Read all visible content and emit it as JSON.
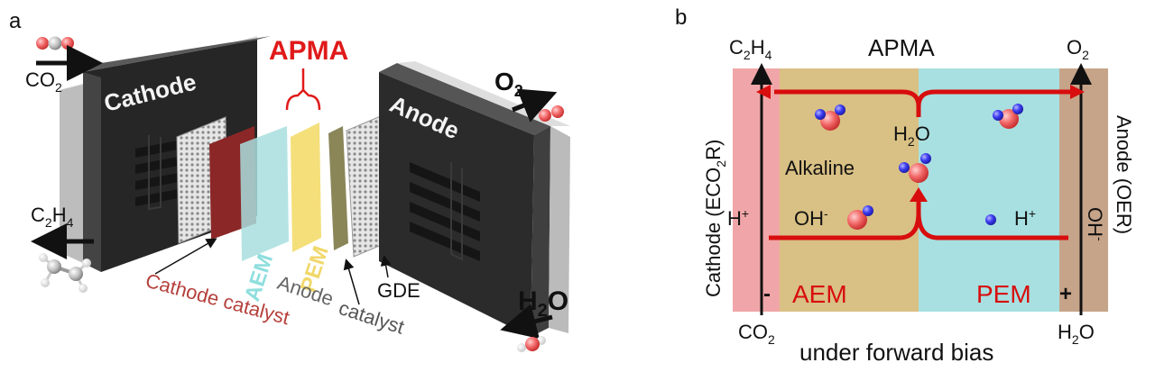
{
  "panel_a": {
    "panel_letter": "a",
    "apma": "APMA",
    "cathode": "Cathode",
    "anode": "Anode",
    "co2": "CO",
    "co2_sub": "2",
    "o2": "O",
    "o2_sub": "2",
    "c2h4_c": "C",
    "c2h4_sub1": "2",
    "c2h4_h": "H",
    "c2h4_sub2": "4",
    "h2o_h": "H",
    "h2o_sub": "2",
    "h2o_o": "O",
    "aem": "AEM",
    "pem": "PEM",
    "gde": "GDE",
    "cathode_catalyst": "Cathode catalyst",
    "anode_word": "Anode",
    "catalyst_word": "catalyst",
    "colors": {
      "apma_red": "#e01a1a",
      "cathode_catalyst": "#8b2727",
      "aem": "#a8dede",
      "pem": "#f3dc6c",
      "plate": "#2b2b2b"
    }
  },
  "panel_b": {
    "panel_letter": "b",
    "apma": "APMA",
    "c2h4_c": "C",
    "c2h4_sub1": "2",
    "c2h4_h": "H",
    "c2h4_sub2": "4",
    "o2": "O",
    "o2_sub": "2",
    "h2o_center_h": "H",
    "h2o_center_sub": "2",
    "h2o_center_o": "O",
    "alkaline": "Alkaline",
    "h_plus_left": "H",
    "h_plus_right": "H",
    "plus_sup": "+",
    "oh": "OH",
    "minus_sup": "-",
    "ohm_right": "OH",
    "aem": "AEM",
    "pem": "PEM",
    "minus_sign": "-",
    "plus_sign": "+",
    "co2": "CO",
    "co2_sub": "2",
    "h2o_h": "H",
    "h2o_sub": "2",
    "h2o_o": "O",
    "cathode_label": "Cathode (ECO",
    "cathode_sub": "2",
    "cathode_end": "R)",
    "anode_label": "Anode (OER)",
    "bias": "under forward bias",
    "colors": {
      "cathode_pink": "#f0a6a8",
      "alkaline_tan": "#d9c084",
      "pem_cyan": "#a8e0e1",
      "anode_brown": "#c6a489",
      "arrow_red": "#d80d0d"
    }
  }
}
